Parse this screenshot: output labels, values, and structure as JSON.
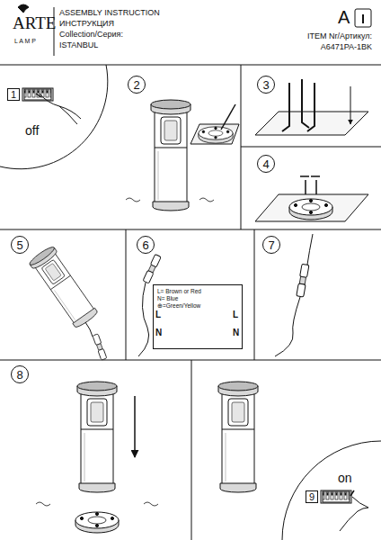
{
  "diagram": {
    "nodes": [
      {
        "text": [
          "1"
        ]
      },
      {
        "text": [
          "2"
        ]
      },
      {
        "text": [
          "3"
        ]
      },
      {
        "text": [
          "4"
        ]
      },
      {
        "text": [
          "5"
        ]
      },
      {
        "text": [
          "6"
        ]
      },
      {
        "text": [
          "7"
        ]
      },
      {
        "text": [
          "8"
        ]
      },
      {
        "text": [
          "9"
        ]
      },
      {
        "text": [
          "L= Brown or Red",
          "N= Blue",
          "⊕=Green/Yellow"
        ]
      }
    ],
    "labels": [
      "ARTE",
      "L A M P",
      "ASSEMBLY INSTRUCTION",
      "ИНСТРУКЦИЯ",
      "Collection/Серия:",
      "ISTANBUL",
      "A",
      "ITEM Nr/Артикул:",
      "A6471PA-1BK",
      "off",
      "L",
      "N",
      "L",
      "N",
      "on"
    ]
  }
}
